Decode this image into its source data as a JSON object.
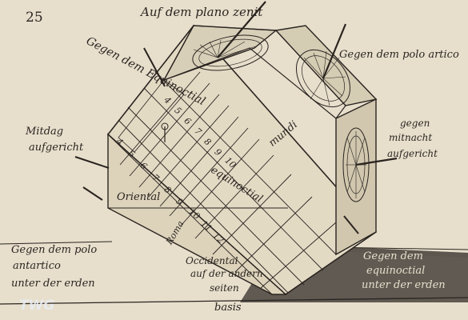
{
  "page_number": "25",
  "labels": {
    "zenit": "Auf dem plano zenit",
    "equinoctial_left": "Gegen dem Equinoctial",
    "polo_artico": "Gegen dem polo artico",
    "mitdag_1": "Mitdag",
    "mitdag_2": "aufgericht",
    "mitnacht_1": "gegen",
    "mitnacht_2": "mitnacht",
    "mitnacht_3": "aufgericht",
    "mundi": "mundi",
    "equinoctial_face": "equinoctial",
    "oriental": "Oriental",
    "polo_antartico_1": "Gegen dem polo",
    "polo_antartico_2": "antartico",
    "polo_antartico_3": "unter der erden",
    "occidental_1": "Occidental",
    "occidental_2": "auf der andern",
    "occidental_3": "seiten",
    "unter_erden_1": "Gegen dem",
    "unter_erden_2": "equinoctial",
    "unter_erden_3": "unter der erden",
    "basis": "basis",
    "watermark": "TWG",
    "roman": "Roma"
  },
  "scale_upper": [
    "4",
    "5",
    "6",
    "7",
    "8",
    "9",
    "10"
  ],
  "scale_lower": [
    "4",
    "5",
    "6",
    "7",
    "8",
    "9",
    "10",
    "11",
    "12"
  ],
  "colors": {
    "paper": "#e7dfcc",
    "ink": "#2a2420",
    "shadow": "#3b3430"
  }
}
